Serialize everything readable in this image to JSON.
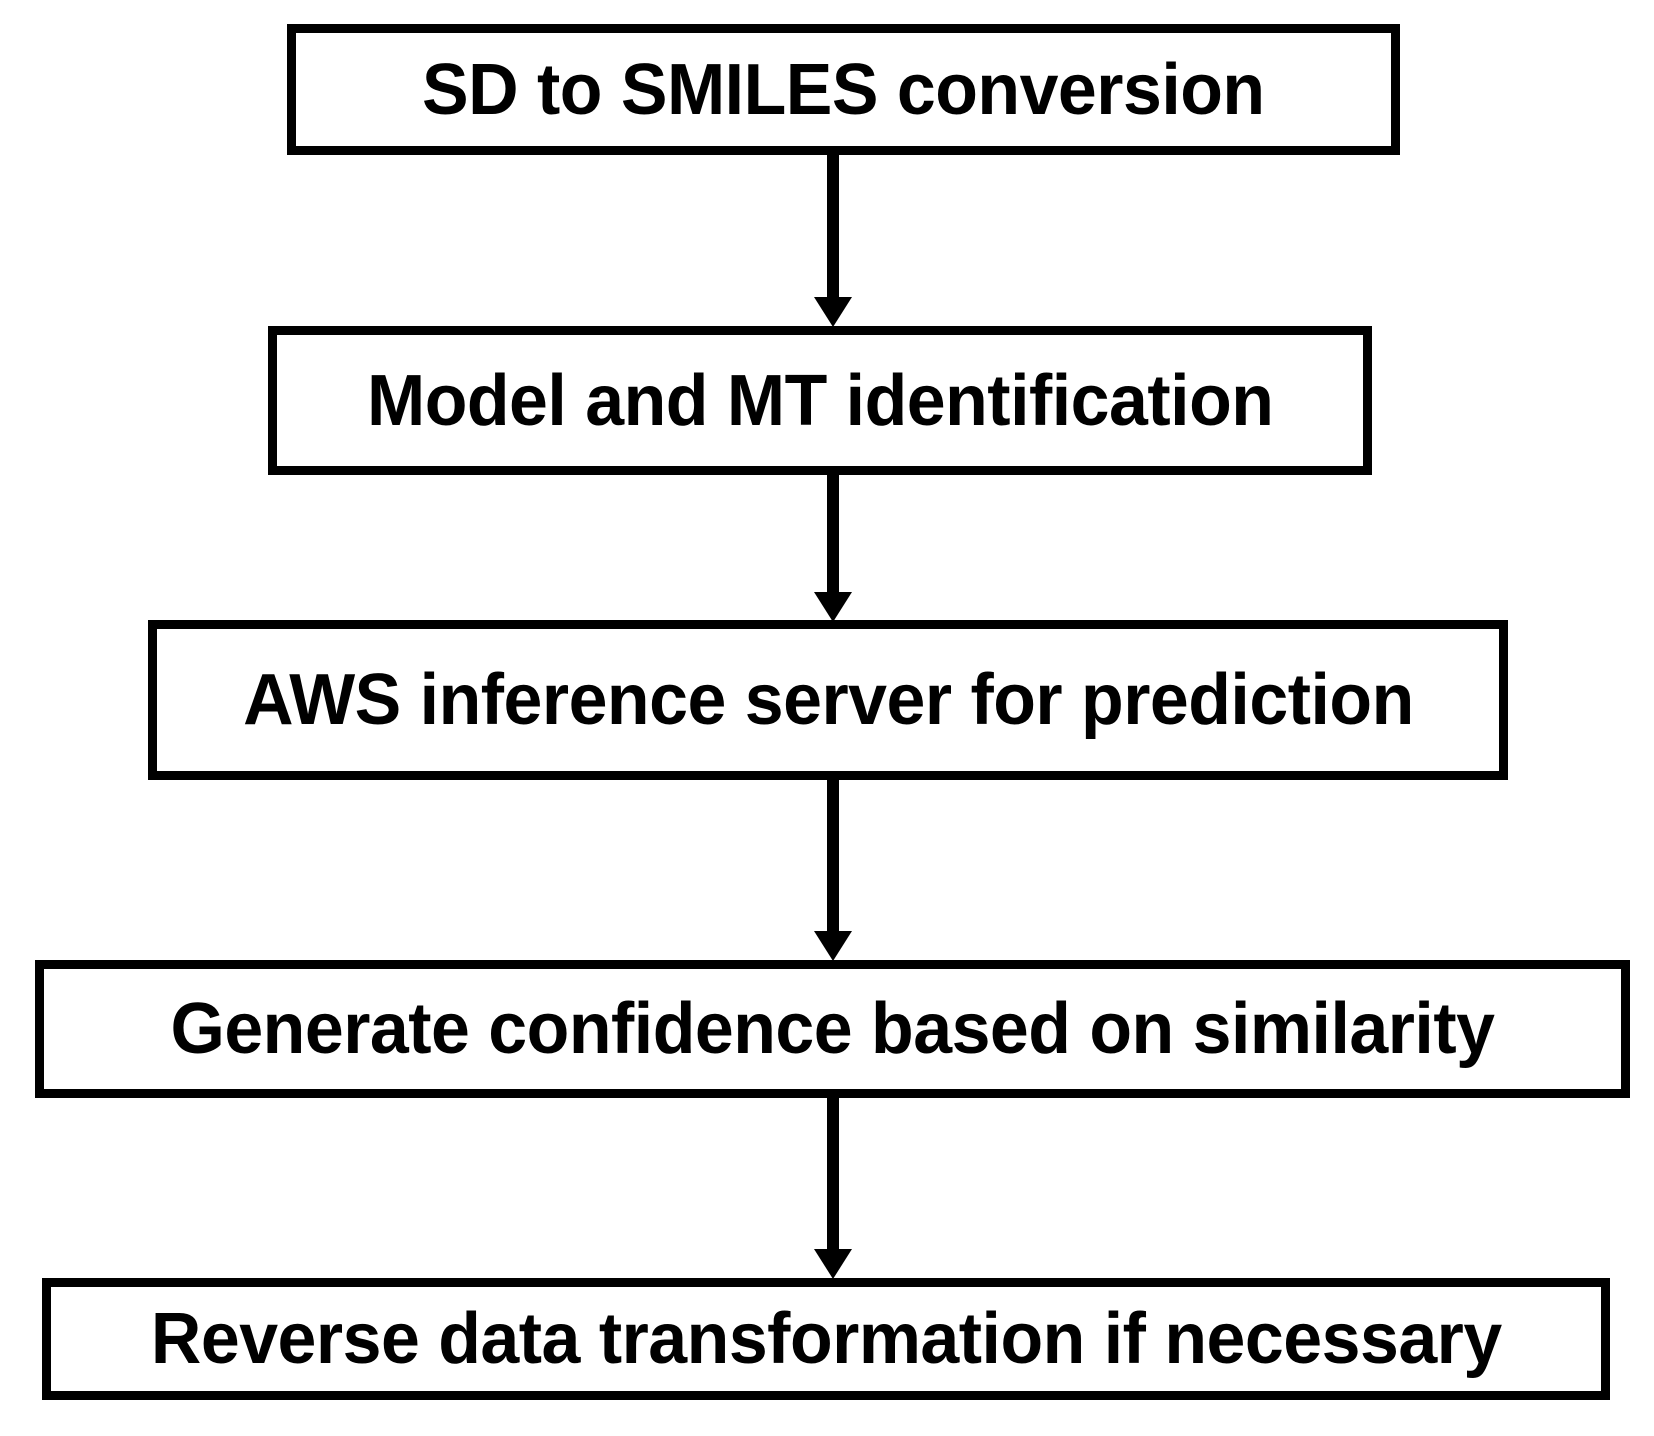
{
  "diagram": {
    "type": "flowchart",
    "orientation": "vertical-top-to-bottom",
    "background_color": "#ffffff",
    "stroke_color": "#000000",
    "text_color": "#000000",
    "nodes": [
      {
        "id": "sd-to-smiles-conversion",
        "label": "SD to SMILES conversion"
      },
      {
        "id": "model-and-mt-identification",
        "label": "Model and MT identification"
      },
      {
        "id": "aws-inference-server",
        "label": "AWS inference server for prediction"
      },
      {
        "id": "generate-confidence",
        "label": "Generate confidence based on similarity"
      },
      {
        "id": "reverse-data-transformation",
        "label": "Reverse data transformation if necessary"
      }
    ],
    "connectors": [
      {
        "id": "arrow-1",
        "from": "sd-to-smiles-conversion",
        "to": "model-and-mt-identification",
        "glyph": "down-arrow"
      },
      {
        "id": "arrow-2",
        "from": "model-and-mt-identification",
        "to": "aws-inference-server",
        "glyph": "down-arrow"
      },
      {
        "id": "arrow-3",
        "from": "aws-inference-server",
        "to": "generate-confidence",
        "glyph": "down-arrow"
      },
      {
        "id": "arrow-4",
        "from": "generate-confidence",
        "to": "reverse-data-transformation",
        "glyph": "down-arrow"
      }
    ]
  }
}
